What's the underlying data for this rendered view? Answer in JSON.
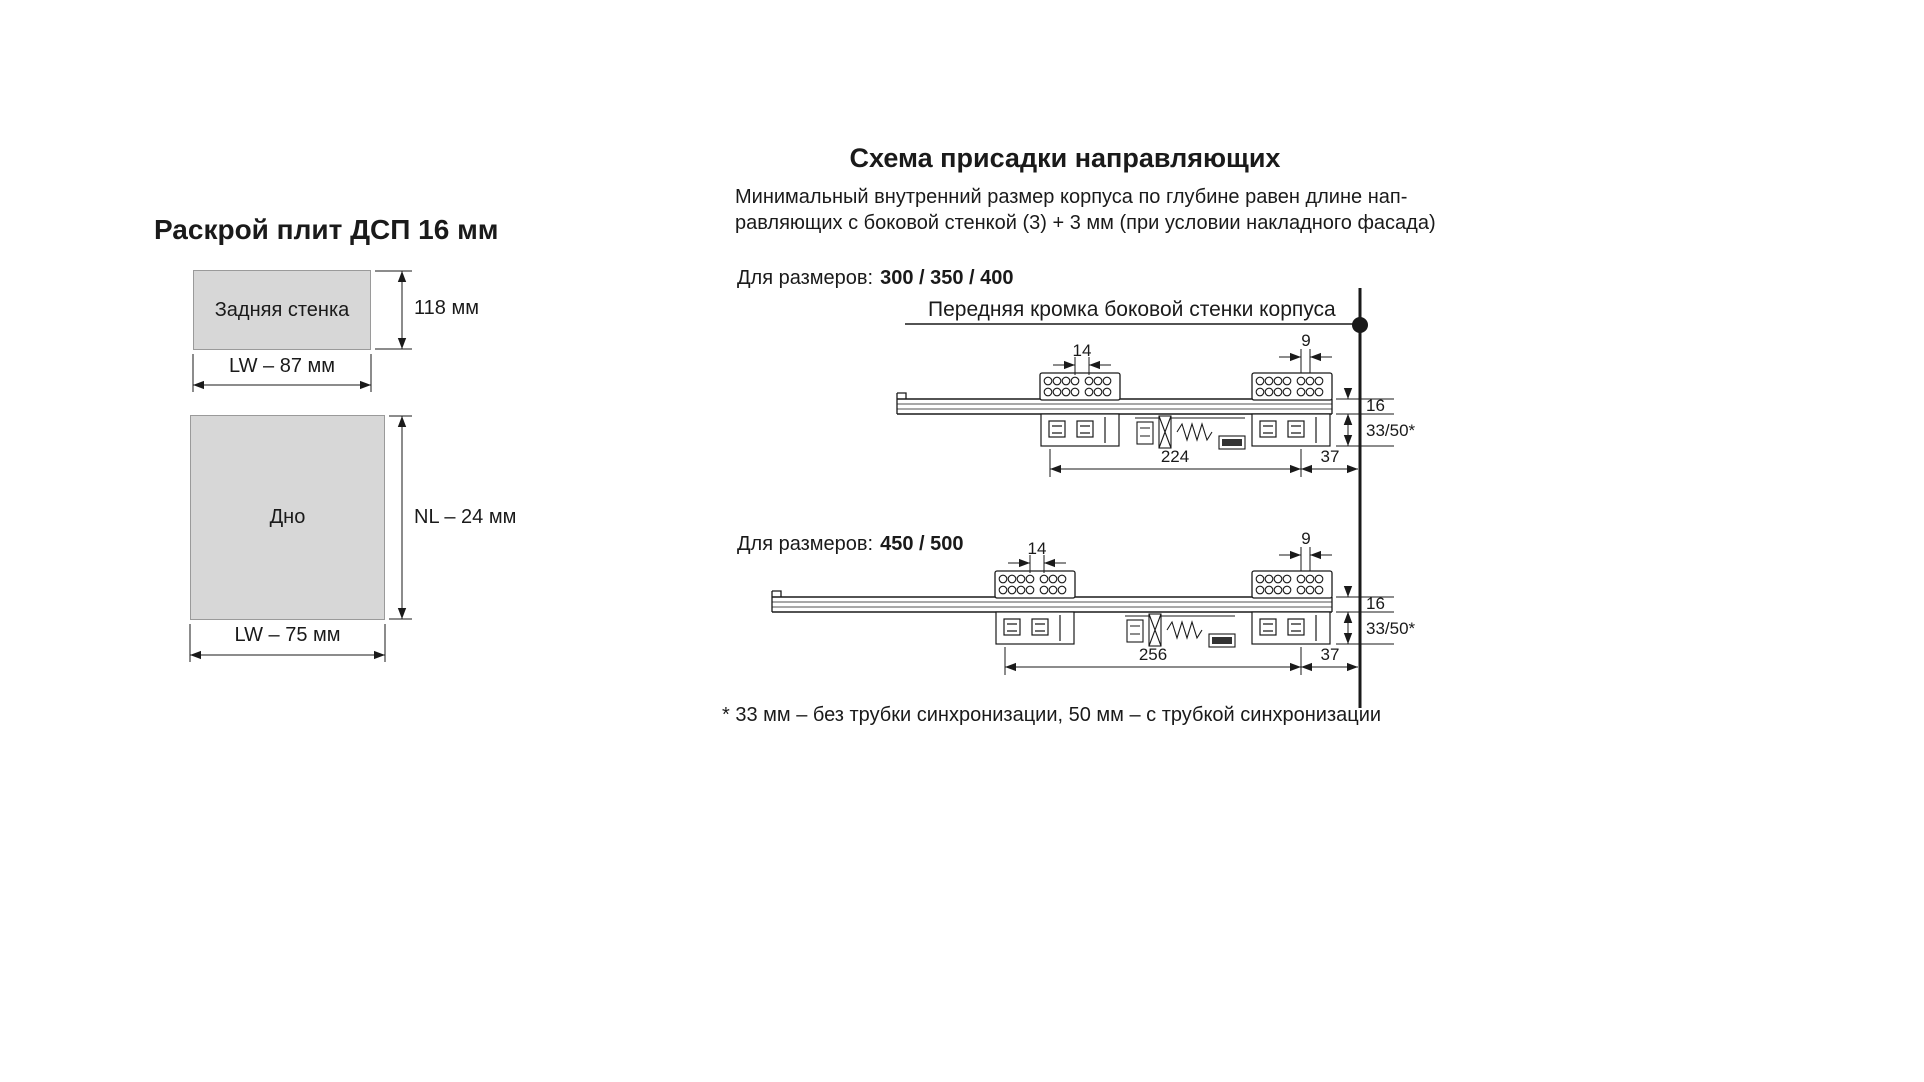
{
  "left_panel": {
    "title": "Раскрой плит ДСП 16 мм",
    "back_panel": {
      "label": "Задняя стенка",
      "height": "118 мм",
      "width": "LW – 87 мм"
    },
    "bottom_panel": {
      "label": "Дно",
      "height": "NL – 24 мм",
      "width": "LW – 75 мм"
    }
  },
  "right_panel": {
    "title": "Схема присадки направляющих",
    "description_line1": "Минимальный внутренний размер корпуса по глубине равен длине нап-",
    "description_line2": "равляющих с боковой стенкой (3) + 3 мм (при условии накладного фасада)",
    "edge_label": "Передняя кромка боковой стенки корпуса",
    "section1": {
      "label": "Для размеров:",
      "sizes": "300 / 350 / 400",
      "dims": {
        "top_left": "14",
        "top_right": "9",
        "right_top": "16",
        "right_bottom": "33/50*",
        "bottom_main": "224",
        "bottom_front": "37"
      }
    },
    "section2": {
      "label": "Для размеров:",
      "sizes": "450 / 500",
      "dims": {
        "top_left": "14",
        "top_right": "9",
        "right_top": "16",
        "right_bottom": "33/50*",
        "bottom_main": "256",
        "bottom_front": "37"
      }
    },
    "footnote": "* 33 мм – без трубки синхронизации, 50 мм – с трубкой синхронизации"
  }
}
